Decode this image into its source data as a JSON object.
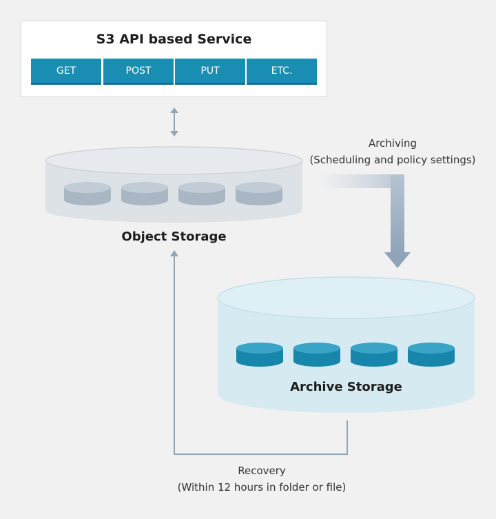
{
  "service": {
    "title": "S3 API based Service",
    "methods": [
      "GET",
      "POST",
      "PUT",
      "ETC."
    ]
  },
  "object_storage": {
    "label": "Object Storage"
  },
  "archive_storage": {
    "label": "Archive Storage"
  },
  "archiving": {
    "line1": "Archiving",
    "line2": "(Scheduling and policy settings)"
  },
  "recovery": {
    "line1": "Recovery",
    "line2": "(Within 12 hours in folder or file)"
  },
  "colors": {
    "method_bg": "#1a8db3",
    "object_disk": "#d7dde3",
    "object_disk_inner": "#a8b6c3",
    "archive_disk": "#d6eaf1",
    "archive_disk_inner": "#1889ad",
    "connector": "#8fa6b8"
  }
}
